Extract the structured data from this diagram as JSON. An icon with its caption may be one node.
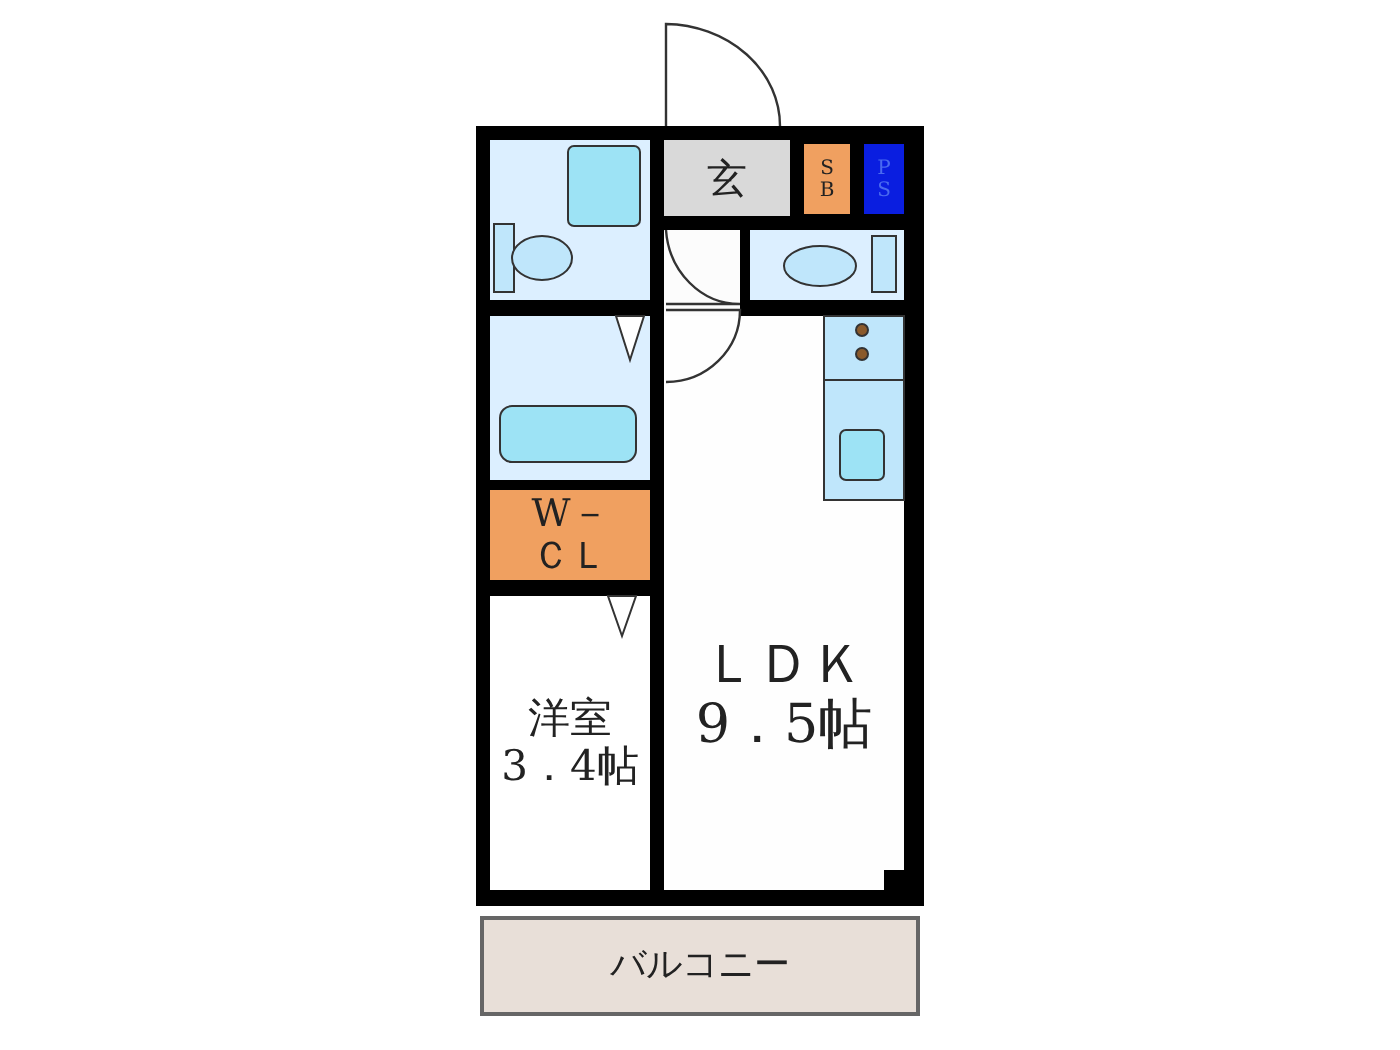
{
  "diagram": {
    "nodes": [
      {
        "text": [
          "玄"
        ]
      },
      {
        "text": [
          "SB"
        ]
      },
      {
        "text": [
          "PS"
        ]
      },
      {
        "text": [
          "W－ＣＬ"
        ]
      },
      {
        "text": [
          "洋室",
          "3．4帖"
        ]
      },
      {
        "text": [
          "ＬＤＫ",
          "9．5帖"
        ]
      },
      {
        "text": [
          "バルコニー"
        ]
      }
    ]
  }
}
